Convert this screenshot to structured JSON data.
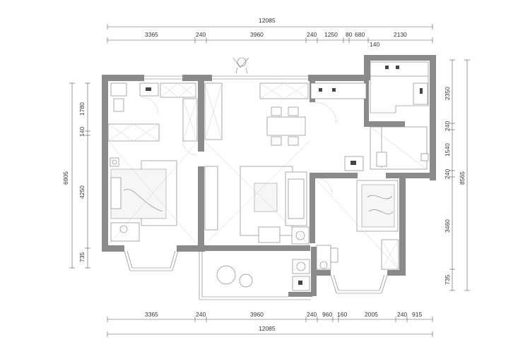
{
  "dimensions": {
    "top_total": "12085",
    "top_segments": [
      "3365",
      "240",
      "3960",
      "240",
      "1250",
      "80",
      "680",
      "2130"
    ],
    "top_sub": "140",
    "bottom_segments": [
      "3365",
      "240",
      "3960",
      "240",
      "960",
      "160",
      "2005",
      "240",
      "915"
    ],
    "bottom_total": "12085",
    "left_total": "6905",
    "left_segments": [
      "1780",
      "140",
      "4250",
      "735"
    ],
    "right_segments": [
      "2350",
      "240",
      "1540",
      "240",
      "3460",
      "735"
    ],
    "right_total": "8565"
  },
  "colors": {
    "wall": "#8a8a8a",
    "line": "#777777",
    "text": "#333333"
  }
}
